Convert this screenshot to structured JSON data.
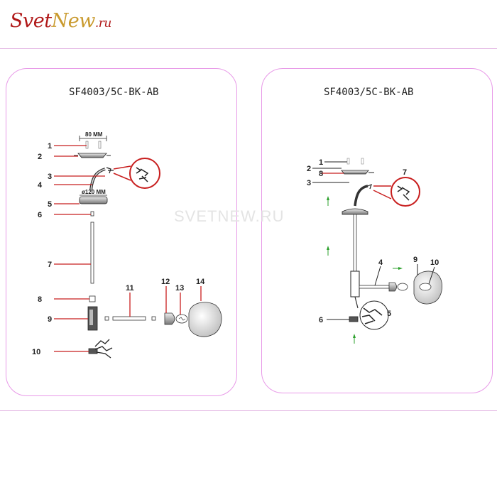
{
  "logo": {
    "part1": "Svet",
    "part2": "New",
    "part3": ".ru"
  },
  "watermark": "SVETNEW.RU",
  "left_panel": {
    "title": "SF4003/5C-BK-AB",
    "dimensions": {
      "top": "80 MM",
      "base": "ø120 MM"
    },
    "callouts": [
      "1",
      "2",
      "3",
      "4",
      "5",
      "6",
      "7",
      "8",
      "9",
      "10",
      "11",
      "12",
      "13",
      "14"
    ]
  },
  "right_panel": {
    "title": "SF4003/5C-BK-AB",
    "callouts": [
      "1",
      "2",
      "3",
      "4",
      "5",
      "6",
      "7",
      "8",
      "9",
      "10"
    ]
  },
  "colors": {
    "panel_border": "#e89ae8",
    "leader": "#c81e1e",
    "arrow_green": "#2ca02c"
  }
}
